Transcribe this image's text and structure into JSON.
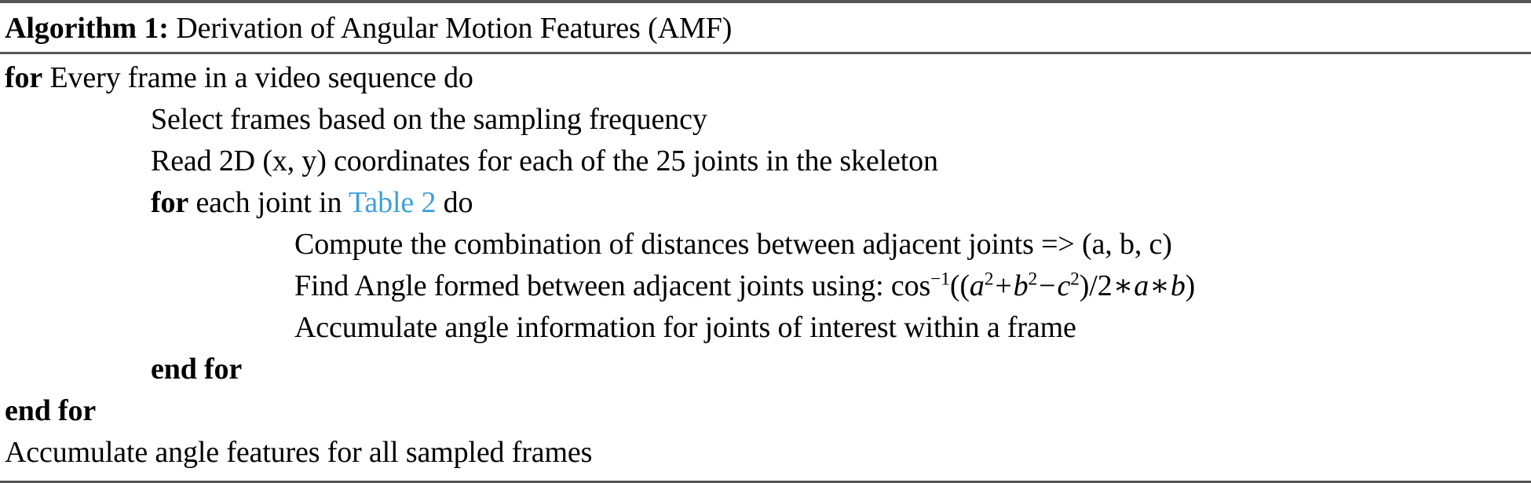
{
  "algorithm": {
    "label": "Algorithm 1:",
    "caption": "Derivation of Angular Motion Features (AMF)",
    "link_color": "#3f9fda",
    "rule_color": "#555555",
    "lines": [
      {
        "id": "for-every-frame",
        "indent": 0,
        "keyword_prefix": "for",
        "text": "Every frame in a video sequence do"
      },
      {
        "id": "select-frames",
        "indent": 1,
        "text": "Select frames based on the sampling frequency"
      },
      {
        "id": "read-coordinates",
        "indent": 1,
        "text": "Read 2D (x, y) coordinates for each of the 25 joints in the skeleton"
      },
      {
        "id": "for-each-joint",
        "indent": 1,
        "keyword_prefix": "for",
        "text_before_link": "each joint in",
        "link_text": "Table 2",
        "text_after_link": "do"
      },
      {
        "id": "compute-distances",
        "indent": 2,
        "text": "Compute the combination of distances between adjacent joints => (a, b, c)"
      },
      {
        "id": "find-angle",
        "indent": 2,
        "text_before_math": "Find Angle formed between adjacent joints using:",
        "formula_plain": "cos^-1((a^2 + b^2 - c^2)/2 * a * b)",
        "math": {
          "fn": "cos",
          "exponent": "−1",
          "open": "((",
          "var_a": "a",
          "pow_a": "2",
          "plus": "+",
          "var_b": "b",
          "pow_b": "2",
          "minus": "−",
          "var_c": "c",
          "pow_c": "2",
          "close_inner": ")",
          "slash": "/",
          "two": "2",
          "star1": "∗",
          "var_a2": "a",
          "star2": "∗",
          "var_b2": "b",
          "close_outer": ")"
        }
      },
      {
        "id": "accumulate-angle-info",
        "indent": 2,
        "text": "Accumulate angle information for joints of interest within a frame"
      },
      {
        "id": "end-for-inner",
        "indent": 1,
        "keyword_only": "end for"
      },
      {
        "id": "end-for-outer",
        "indent": 0,
        "keyword_only": "end for"
      },
      {
        "id": "accumulate-angle-features",
        "indent": 0,
        "text": "Accumulate angle features for all sampled frames"
      }
    ]
  }
}
